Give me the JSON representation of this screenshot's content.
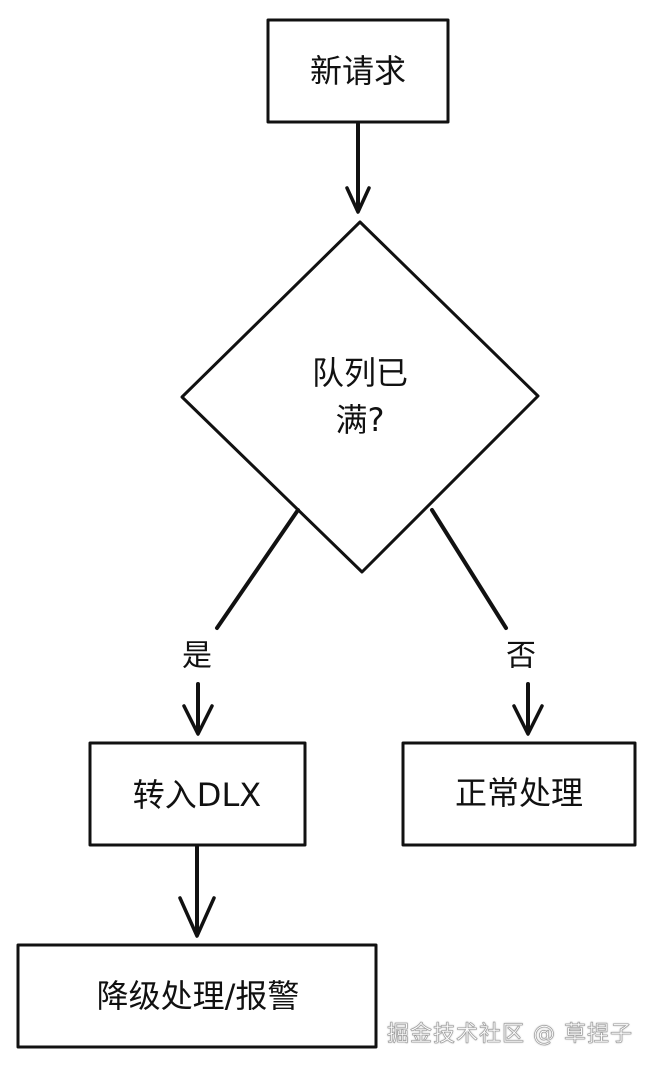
{
  "nodes": {
    "new_request": "新请求",
    "queue_full_line1": "队列已",
    "queue_full_line2": "满?",
    "to_dlx": "转入DLX",
    "normal": "正常处理",
    "degrade": "降级处理/报警"
  },
  "edges": {
    "yes": "是",
    "no": "否"
  },
  "watermark": "掘金技术社区 @ 草捏子",
  "colors": {
    "stroke": "#111111",
    "background": "#ffffff"
  }
}
